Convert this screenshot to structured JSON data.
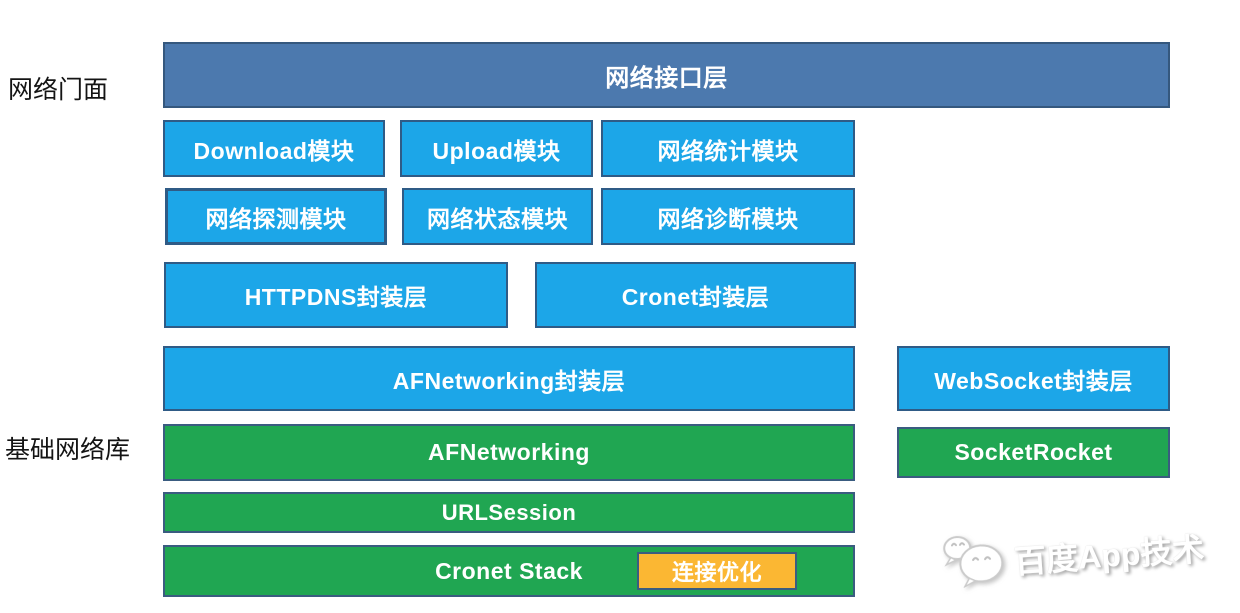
{
  "labels": {
    "facade": "网络门面",
    "foundation": "基础网络库"
  },
  "colors": {
    "interface_bar": "#4C79AE",
    "module_box": "#1CA6E8",
    "library_bar": "#20A652",
    "highlight_box": "#FBB733",
    "box_border": "#2F5B86",
    "box_text": "#FFFFFF",
    "label_text": "#141414"
  },
  "boxes": {
    "interface_layer": "网络接口层",
    "download": "Download模块",
    "upload": "Upload模块",
    "stats": "网络统计模块",
    "probe": "网络探测模块",
    "status": "网络状态模块",
    "diagnosis": "网络诊断模块",
    "httpdns_wrapper": "HTTPDNS封装层",
    "cronet_wrapper": "Cronet封装层",
    "afnetworking_wrapper": "AFNetworking封装层",
    "websocket_wrapper": "WebSocket封装层",
    "afnetworking": "AFNetworking",
    "socketrocket": "SocketRocket",
    "urlsession": "URLSession",
    "cronet_stack": "Cronet Stack",
    "connection_optimization": "连接优化"
  },
  "watermark": {
    "icon": "wechat-icon",
    "text": "百度App技术"
  }
}
